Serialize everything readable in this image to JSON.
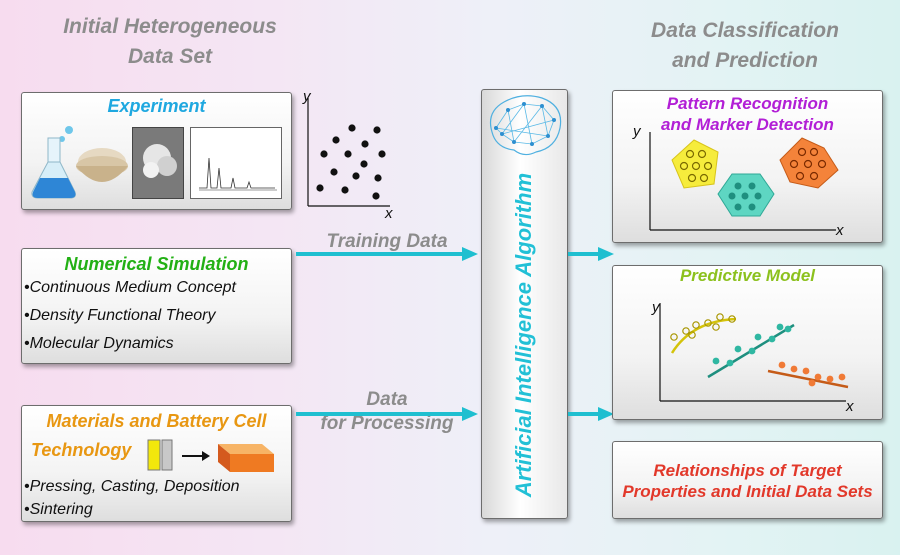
{
  "headings": {
    "left_line1": "Initial Heterogeneous",
    "left_line2": "Data Set",
    "right_line1": "Data Classification",
    "right_line2": "and Prediction"
  },
  "experiment": {
    "title": "Experiment"
  },
  "numerical_simulation": {
    "title": "Numerical Simulation",
    "bullets": [
      "•Continuous Medium Concept",
      "•Density Functional Theory",
      "•Molecular Dynamics"
    ]
  },
  "materials": {
    "title_line1": "Materials and Battery Cell",
    "title_line2": "Technology",
    "bullets": [
      "•Pressing, Casting, Deposition",
      "•Sintering"
    ]
  },
  "arrows": {
    "training_data": "Training Data",
    "data_processing_line1": "Data",
    "data_processing_line2": "for Processing"
  },
  "ai": {
    "label": "Artificial Intelligence Algorithm"
  },
  "pattern": {
    "title_line1": "Pattern Recognition",
    "title_line2": "and Marker Detection"
  },
  "predictive": {
    "title": "Predictive Model"
  },
  "relationships": {
    "title_line1": "Relationships of Target",
    "title_line2": "Properties and Initial Data Sets"
  },
  "axes": {
    "x": "x",
    "y": "y"
  },
  "colors": {
    "cyan": "#1fbfd0",
    "green": "#22b014",
    "orange": "#e89712",
    "magenta": "#b21fd6",
    "lime": "#8cc11e",
    "red": "#e2382a",
    "heading_gray": "#8c8c8c"
  }
}
